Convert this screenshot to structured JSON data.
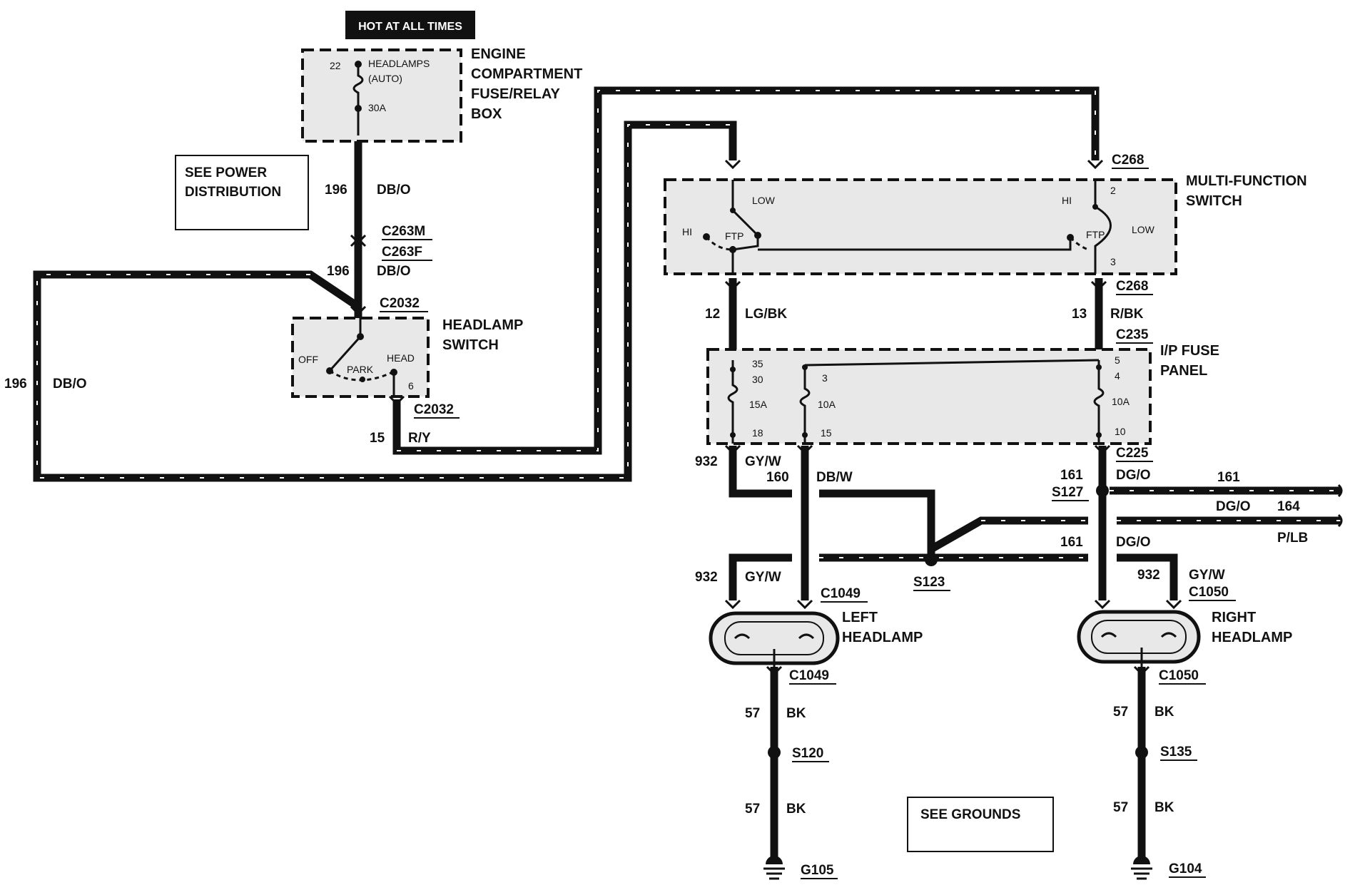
{
  "banner": {
    "hot": "HOT AT ALL TIMES"
  },
  "notes": {
    "power_1": "SEE POWER",
    "power_2": "DISTRIBUTION",
    "grounds": "SEE GROUNDS"
  },
  "components": {
    "fuse_box": [
      "ENGINE",
      "COMPARTMENT",
      "FUSE/RELAY",
      "BOX"
    ],
    "fuse_box_pin": "22",
    "fuse_box_fuse_1": "HEADLAMPS",
    "fuse_box_fuse_2": "(AUTO)",
    "fuse_box_rating": "30A",
    "headlamp_switch": [
      "HEADLAMP",
      "SWITCH"
    ],
    "hs_off": "OFF",
    "hs_park": "PARK",
    "hs_head": "HEAD",
    "hs_pin": "6",
    "mfs": [
      "MULTI-FUNCTION",
      "SWITCH"
    ],
    "mfs_low_l": "LOW",
    "mfs_hi_l": "HI",
    "mfs_ftp_l": "FTP",
    "mfs_hi_r": "HI",
    "mfs_ftp_r": "FTP",
    "mfs_low_r": "LOW",
    "mfs_pin_2": "2",
    "mfs_pin_3": "3",
    "ip_panel": [
      "I/P FUSE",
      "PANEL"
    ],
    "ip_35": "35",
    "ip_30": "30",
    "ip_15a": "15A",
    "ip_18": "18",
    "ip_3": "3",
    "ip_10a_a": "10A",
    "ip_15": "15",
    "ip_5": "5",
    "ip_4": "4",
    "ip_10a_b": "10A",
    "ip_10": "10",
    "left_headlamp": [
      "LEFT",
      "HEADLAMP"
    ],
    "right_headlamp": [
      "RIGHT",
      "HEADLAMP"
    ]
  },
  "connectors": {
    "c263m": "C263M",
    "c263f": "C263F",
    "c2032_top": "C2032",
    "c2032_bot": "C2032",
    "c268_top": "C268",
    "c268_bot": "C268",
    "c235": "C235",
    "c225": "C225",
    "c1049_top": "C1049",
    "c1049_bot": "C1049",
    "c1050_top": "C1050",
    "c1050_bot": "C1050"
  },
  "splices": {
    "s127": "S127",
    "s123": "S123",
    "s120": "S120",
    "s135": "S135"
  },
  "grounds": {
    "g105": "G105",
    "g104": "G104"
  },
  "wires": {
    "w196_a": {
      "circuit": "196",
      "color": "DB/O"
    },
    "w196_b": {
      "circuit": "196",
      "color": "DB/O"
    },
    "w196_c": {
      "circuit": "196",
      "color": "DB/O"
    },
    "w15": {
      "circuit": "15",
      "color": "R/Y"
    },
    "w12": {
      "circuit": "12",
      "color": "LG/BK"
    },
    "w13": {
      "circuit": "13",
      "color": "R/BK"
    },
    "w932_a": {
      "circuit": "932",
      "color": "GY/W"
    },
    "w160": {
      "circuit": "160",
      "color": "DB/W"
    },
    "w161_a": {
      "circuit": "161",
      "color": "DG/O"
    },
    "w161_b": "161",
    "w164": {
      "color": "DG/O",
      "circuit": "164"
    },
    "w164_c": "P/LB",
    "w161_c": {
      "circuit": "161",
      "color": "DG/O"
    },
    "w932_b": {
      "circuit": "932",
      "color": "GY/W"
    },
    "w932_c": {
      "circuit": "932",
      "color": "GY/W"
    },
    "w57_l1": {
      "circuit": "57",
      "color": "BK"
    },
    "w57_l2": {
      "circuit": "57",
      "color": "BK"
    },
    "w57_r1": {
      "circuit": "57",
      "color": "BK"
    },
    "w57_r2": {
      "circuit": "57",
      "color": "BK"
    }
  }
}
